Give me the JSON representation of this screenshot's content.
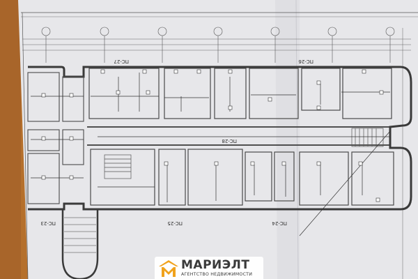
{
  "scene": {
    "description_colors": {
      "table": "#b8732e",
      "paper": "#e9e9ec",
      "ink": "#3c3c3c",
      "accent": "#f0a21c"
    }
  },
  "plan": {
    "zone_labels": [
      "ПС-27",
      "ПС-26",
      "ПС-28",
      "ПС-25",
      "ПС-24",
      "ПС-23"
    ]
  },
  "watermark": {
    "brand": "МАРИЭЛТ",
    "tagline": "АГЕНТСТВО НЕДВИЖИМОСТИ",
    "logo_icon": "roof-m-logo-icon"
  }
}
